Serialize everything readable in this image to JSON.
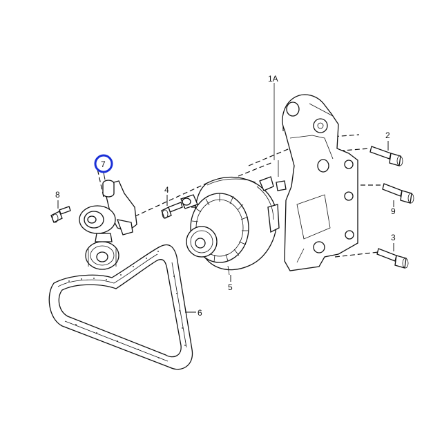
{
  "diagram": {
    "callouts": {
      "c1A": "1A",
      "c2": "2",
      "c3": "3",
      "c4": "4",
      "c5": "5",
      "c6": "6",
      "c7": "7",
      "c8": "8",
      "c9": "9"
    },
    "highlight_color": "#1a2fd6"
  }
}
